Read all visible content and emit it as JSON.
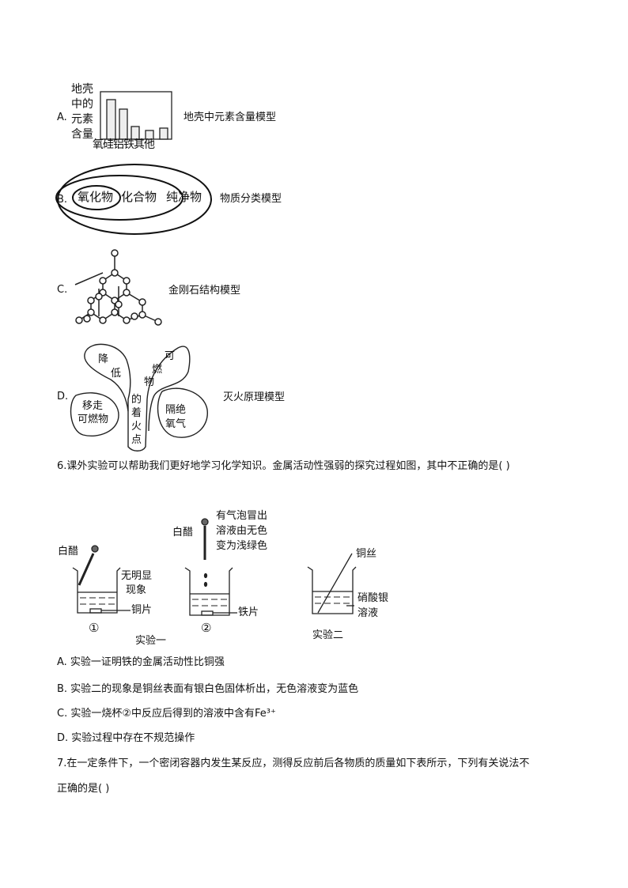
{
  "options5": [
    {
      "letter": "A.",
      "caption": "地壳中元素含量模型",
      "ylabel": [
        "地壳",
        "中的",
        "元素",
        "含量"
      ],
      "categories": [
        "氧",
        "硅",
        "铝",
        "铁",
        "其他"
      ]
    },
    {
      "letter": "B.",
      "caption": "物质分类模型",
      "labels": [
        "氧化物",
        "化合物",
        "纯净物"
      ]
    },
    {
      "letter": "C.",
      "caption": "金刚石结构模型"
    },
    {
      "letter": "D.",
      "caption": "灭火原理模型",
      "labels": {
        "left": [
          "移走",
          "可燃物"
        ],
        "top_left": [
          "降",
          "低"
        ],
        "top_right": [
          "可",
          "燃",
          "物"
        ],
        "center": [
          "的",
          "着",
          "火",
          "点"
        ],
        "right": [
          "隔绝",
          "氧气"
        ]
      }
    }
  ],
  "q6": {
    "stem": "6.课外实验可以帮助我们更好地学习化学知识。金属活动性强弱的探究过程如图，其中不正确的是(    )",
    "figure": {
      "vinegar1": "白醋",
      "obs1": [
        "无明显",
        "现象"
      ],
      "metal1": "铜片",
      "num1": "①",
      "vinegar2": "白醋",
      "obs2": [
        "有气泡冒出",
        "溶液由无色",
        "变为浅绿色"
      ],
      "metal2": "铁片",
      "num2": "②",
      "exp1": "实验一",
      "wire": "铜丝",
      "solution": [
        "硝酸银",
        "溶液"
      ],
      "exp2": "实验二"
    },
    "options": [
      "A. 实验一证明铁的金属活动性比铜强",
      "B. 实验二的现象是铜丝表面有银白色固体析出，无色溶液变为蓝色",
      "C. 实验一烧杯②中反应后得到的溶液中含有Fe³⁺",
      "D. 实验过程中存在不规范操作"
    ]
  },
  "q7": {
    "stem_line1": "7.在一定条件下，一个密闭容器内发生某反应，测得反应前后各物质的质量如下表所示，下列有关说法不",
    "stem_line2": "正确的是(    )"
  }
}
